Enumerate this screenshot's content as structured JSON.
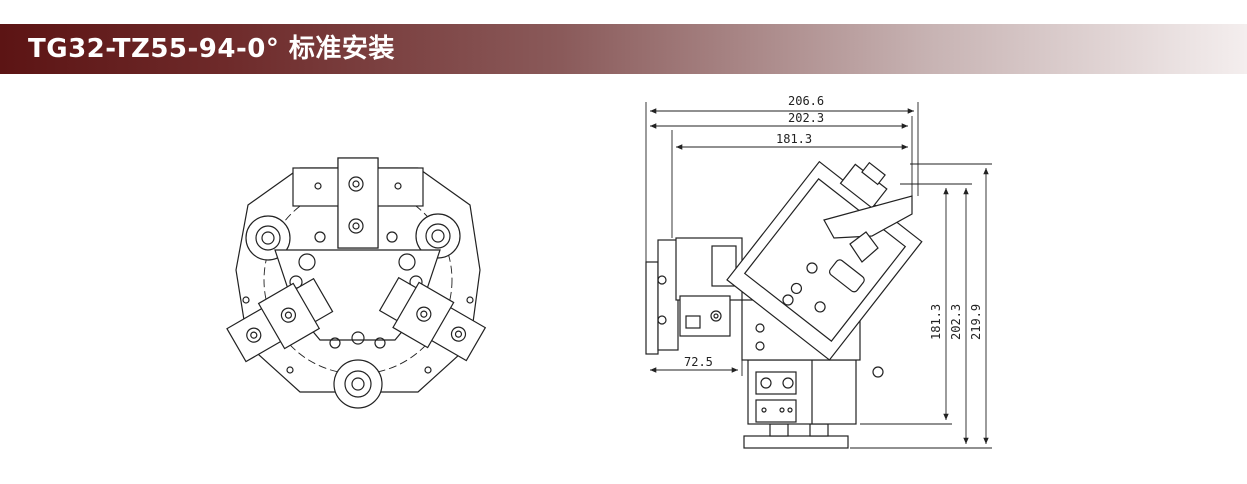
{
  "header": {
    "title": "TG32-TZ55-94-0° 标准安装"
  },
  "side_view": {
    "dim_top_1": "206.6",
    "dim_top_2": "202.3",
    "dim_top_3": "181.3",
    "dim_left": "72.5",
    "dim_right_1": "181.3",
    "dim_right_2": "202.3",
    "dim_right_3": "219.9"
  }
}
